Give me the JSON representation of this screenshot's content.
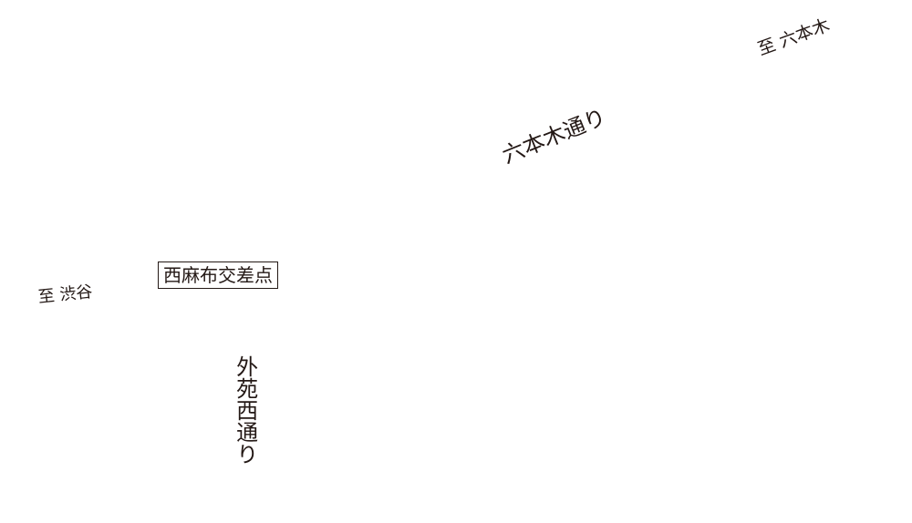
{
  "map": {
    "destinations": {
      "roppongi": "至 六本木",
      "shibuya": "至 渋谷"
    },
    "roads": {
      "roppongi_dori": "六本木通り",
      "gaien_nishi_dori": "外苑西通り"
    },
    "crossing": {
      "name": "西麻布交差点"
    },
    "colors": {
      "text": "#231815",
      "background": "#ffffff"
    }
  }
}
